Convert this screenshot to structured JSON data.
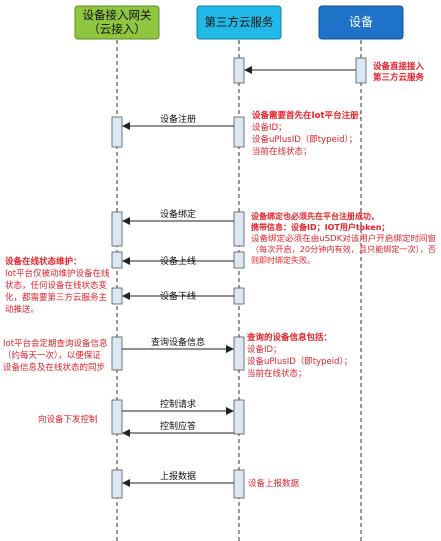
{
  "participants": {
    "gateway": {
      "line1": "设备接入网关",
      "line2": "（云接入）",
      "fill": "#8ec63f",
      "stroke": "#5e8a23"
    },
    "thirdparty": {
      "line1": "第三方云服务",
      "fill": "#22b8e8",
      "stroke": "#1381a8"
    },
    "device": {
      "line1": "设备",
      "fill": "#1e73c8",
      "stroke": "#12508f",
      "text_color": "#ffffff"
    }
  },
  "messages": {
    "register": "设备注册",
    "bind": "设备绑定",
    "online": "设备上线",
    "offline": "设备下线",
    "query": "查询设备信息",
    "control_req": "控制请求",
    "control_ack": "控制应答",
    "report": "上报数据"
  },
  "notes": {
    "direct_access": [
      "设备直接接入",
      "第三方云服务"
    ],
    "register": [
      "设备需要首先在Iot平台注册：",
      "设备ID；",
      "设备uPlusID（即typeid）；",
      "当前在线状态；"
    ],
    "bind": [
      "设备绑定也必须先在平台注册成功，",
      "携带信息：设备ID；IOT用户token；",
      "设备绑定必须在由uSDK对该用户开启绑定时间窗",
      "（每次开启，20分钟内有效，且只能绑定一次），否",
      "则即时绑定失败。"
    ],
    "online_status": [
      "设备在线状态维护：",
      "Iot平台仅被动维护设备在线",
      "状态，任何设备在线状态变",
      "化，都需要第三方云服务主",
      "动推送。"
    ],
    "periodic_query": [
      "Iot平台会定期查询设备信息",
      "（约每天一次），以便保证",
      "设备信息及在线状态的同步"
    ],
    "query_info": [
      "查询的设备信息包括：",
      "设备ID；",
      "设备uPlusID（即typeid）；",
      "当前在线状态；"
    ],
    "control_downlink": "向设备下发控制",
    "report_data": "设备上报数据"
  },
  "colors": {
    "note_red": "#e8202a",
    "line": "#222222",
    "activation_fill": "#dbe8f3"
  }
}
